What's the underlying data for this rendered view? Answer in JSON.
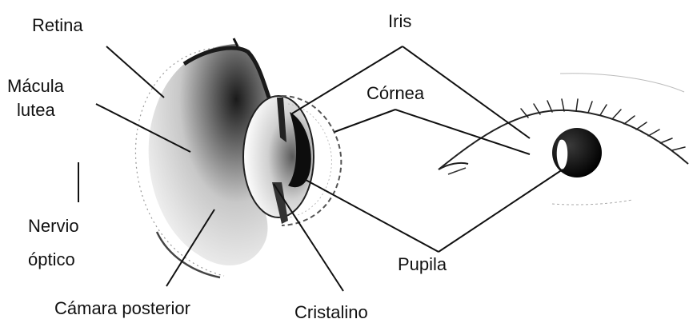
{
  "labels": {
    "retina": "Retina",
    "macula": "Mácula",
    "lutea": "lutea",
    "nervio": "Nervio",
    "optico": "óptico",
    "camara": "Cámara posterior",
    "cristalino": "Cristalino",
    "iris": "Iris",
    "cornea": "Córnea",
    "pupila": "Pupila"
  },
  "colors": {
    "ink": "#111111",
    "shade": "#555555",
    "background": "#ffffff"
  }
}
